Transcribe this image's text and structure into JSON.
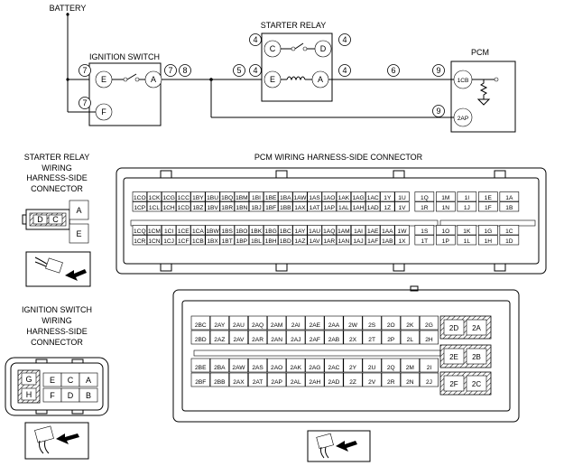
{
  "circuit": {
    "battery": "BATTERY",
    "ignition_switch": "IGNITION SWITCH",
    "starter_relay": "STARTER RELAY",
    "pcm": "PCM",
    "terminals": {
      "ig_e": "E",
      "ig_a": "A",
      "ig_f": "F",
      "sr_c": "C",
      "sr_d": "D",
      "sr_e": "E",
      "sr_a": "A",
      "pcm_1cb": "1CB",
      "pcm_2ap": "2AP"
    },
    "refs": {
      "r7a": "7",
      "r7b": "7",
      "r8": "8",
      "r7c": "7",
      "r4a": "4",
      "r4b": "4",
      "r5": "5",
      "r4c": "4",
      "r4d": "4",
      "r6": "6",
      "r9a": "9",
      "r9b": "9"
    }
  },
  "starter_relay_connector": {
    "title_lines": [
      "STARTER RELAY",
      "WIRING",
      "HARNESS-SIDE",
      "CONNECTOR"
    ],
    "pins": {
      "d": "D",
      "c": "C",
      "a": "A",
      "e": "E"
    }
  },
  "ignition_switch_connector": {
    "title_lines": [
      "IGNITION SWITCH",
      "WIRING",
      "HARNESS-SIDE",
      "CONNECTOR"
    ],
    "pins": {
      "g": "G",
      "e": "E",
      "c": "C",
      "a": "A",
      "h": "H",
      "f": "F",
      "d": "D",
      "b": "B"
    }
  },
  "pcm_connector": {
    "title": "PCM WIRING HARNESS-SIDE CONNECTOR",
    "upper_rows": [
      [
        "1CO",
        "1CK",
        "1CG",
        "1CC",
        "1BY",
        "1BU",
        "1BQ",
        "1BM",
        "1BI",
        "1BE",
        "1BA",
        "1AW",
        "1AS",
        "1AO",
        "1AK",
        "1AG",
        "1AC",
        "1Y",
        "1U",
        "1Q",
        "1M",
        "1I",
        "1E",
        "1A"
      ],
      [
        "1CP",
        "1CL",
        "1CH",
        "1CD",
        "1BZ",
        "1BV",
        "1BR",
        "1BN",
        "1BJ",
        "1BF",
        "1BB",
        "1AX",
        "1AT",
        "1AP",
        "1AL",
        "1AH",
        "1AD",
        "1Z",
        "1V",
        "1R",
        "1N",
        "1J",
        "1F",
        "1B"
      ],
      [
        "1CQ",
        "1CM",
        "1CI",
        "1CE",
        "1CA",
        "1BW",
        "1BS",
        "1BO",
        "1BK",
        "1BG",
        "1BC",
        "1AY",
        "1AU",
        "1AQ",
        "1AM",
        "1AI",
        "1AE",
        "1AA",
        "1W",
        "1S",
        "1O",
        "1K",
        "1G",
        "1C"
      ],
      [
        "1CR",
        "1CN",
        "1CJ",
        "1CF",
        "1CB",
        "1BX",
        "1BT",
        "1BP",
        "1BL",
        "1BH",
        "1BD",
        "1AZ",
        "1AV",
        "1AR",
        "1AN",
        "1AJ",
        "1AF",
        "1AB",
        "1X",
        "1T",
        "1P",
        "1L",
        "1H",
        "1D"
      ]
    ],
    "lower_rows": [
      [
        "2BC",
        "2AY",
        "2AU",
        "2AQ",
        "2AM",
        "2AI",
        "2AE",
        "2AA",
        "2W",
        "2S",
        "2O",
        "2K",
        "2G"
      ],
      [
        "2BD",
        "2AZ",
        "2AV",
        "2AR",
        "2AN",
        "2AJ",
        "2AF",
        "2AB",
        "2X",
        "2T",
        "2P",
        "2L",
        "2H"
      ],
      [
        "2BE",
        "2BA",
        "2AW",
        "2AS",
        "2AO",
        "2AK",
        "2AG",
        "2AC",
        "2Y",
        "2U",
        "2Q",
        "2M",
        "2I"
      ],
      [
        "2BF",
        "2BB",
        "2AX",
        "2AT",
        "2AP",
        "2AL",
        "2AH",
        "2AD",
        "2Z",
        "2V",
        "2R",
        "2N",
        "2J"
      ]
    ],
    "power_pins": [
      [
        "2D",
        "2A"
      ],
      [
        "2E",
        "2B"
      ],
      [
        "2F",
        "2C"
      ]
    ]
  }
}
